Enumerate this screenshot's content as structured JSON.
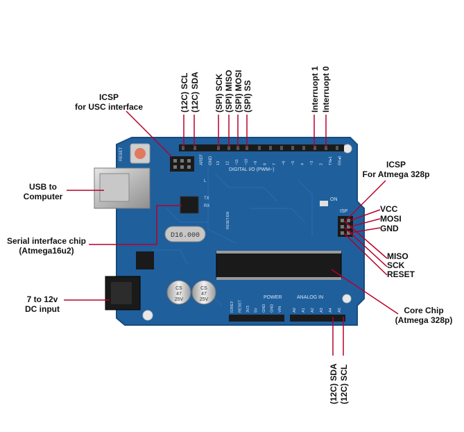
{
  "callouts": {
    "icsp_usb": [
      "ICSP",
      "for USC interface"
    ],
    "usb": [
      "USB to",
      "Computer"
    ],
    "serial": [
      "Serial interface chip",
      "(Atmega16u2)"
    ],
    "dc": [
      "7 to 12v",
      "DC input"
    ],
    "icsp_main": [
      "ICSP",
      "For Atmega 328p"
    ],
    "vcc": "VCC",
    "mosi": "MOSI",
    "gnd": "GND",
    "miso": "MISO",
    "sck": "SCK",
    "reset": "RESET",
    "core": [
      "Core Chip",
      "(Atmega 328p)"
    ]
  },
  "top_pin_labels": [
    "(12C) SCL",
    "(12C) SDA",
    "(SPI) SCK",
    "(SPI) MISO",
    "(SPI) MOSI",
    "(SPI) SS",
    "Interruopt 1",
    "Interruopt 0"
  ],
  "bottom_pin_labels": [
    "(12C) SDA",
    "(12C) SCL"
  ],
  "board": {
    "digital_header": "DIGITAL I/O (PWM~)",
    "power_header": "POWER",
    "analog_header": "ANALOG IN",
    "on_label": "ON",
    "reset_label": "RESET",
    "isp_label": "ISP",
    "crystal_label": "D16.000",
    "cap1": [
      "CS",
      "47",
      "25V"
    ],
    "cap2": [
      "CS",
      "47",
      "25V"
    ],
    "aref": "AREF",
    "gnd": "GND",
    "digital_pins": [
      "13",
      "12",
      "~11",
      "~10",
      "~9",
      "8",
      "7",
      "~6",
      "~5",
      "4",
      "~3",
      "2",
      "TX▸1",
      "RX◂0"
    ],
    "power_pins": [
      "IOREF",
      "RESET",
      "3V3",
      "5V",
      "GND",
      "GND",
      "VIN"
    ],
    "analog_pins": [
      "A0",
      "A1",
      "A2",
      "A3",
      "A4",
      "A5"
    ],
    "led_labels": [
      "L",
      "TX",
      "RX"
    ],
    "reset_en": "RESET-EN"
  },
  "colors": {
    "pcb": "#1f5f9c",
    "pcb_dark": "#174b7d",
    "header": "#1a1a1a",
    "callout_line": "#b5002b",
    "silkscreen": "#d9e6f5"
  }
}
